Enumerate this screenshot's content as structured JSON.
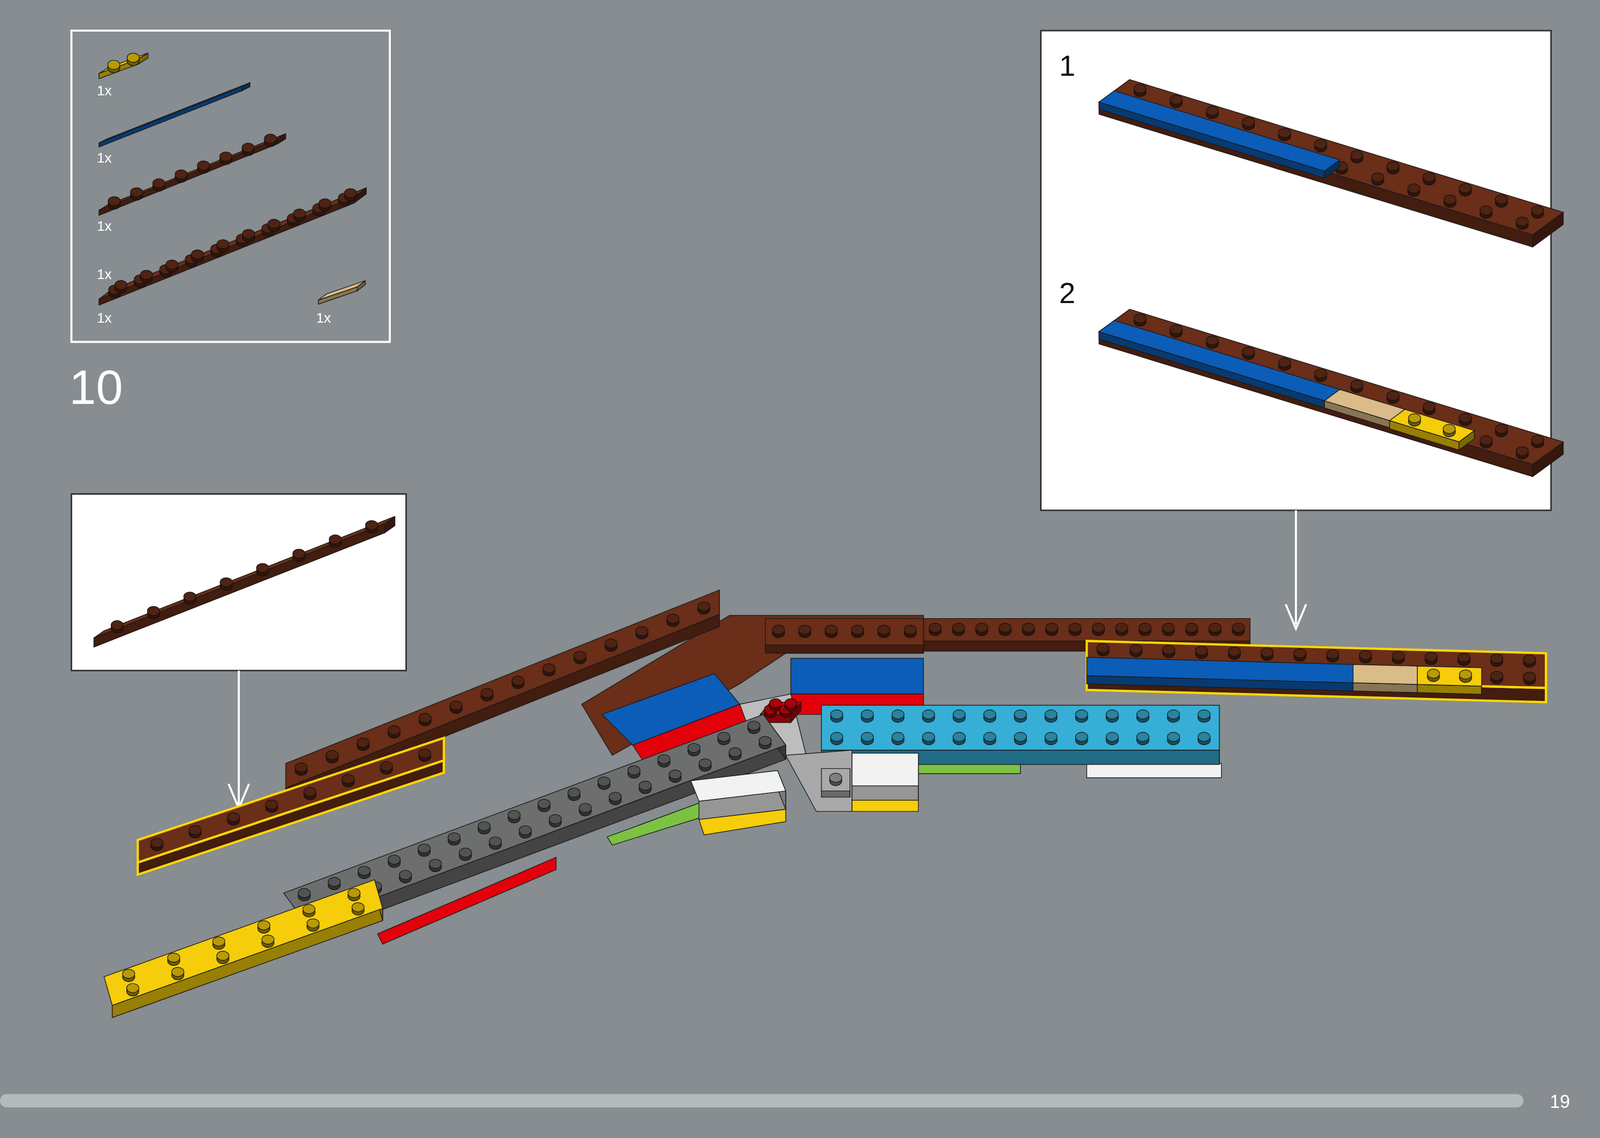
{
  "diagram": {
    "labels": [
      "1x",
      "1x",
      "1x",
      "1x",
      "1x",
      "1x",
      "10",
      "1",
      "2",
      "19"
    ]
  }
}
